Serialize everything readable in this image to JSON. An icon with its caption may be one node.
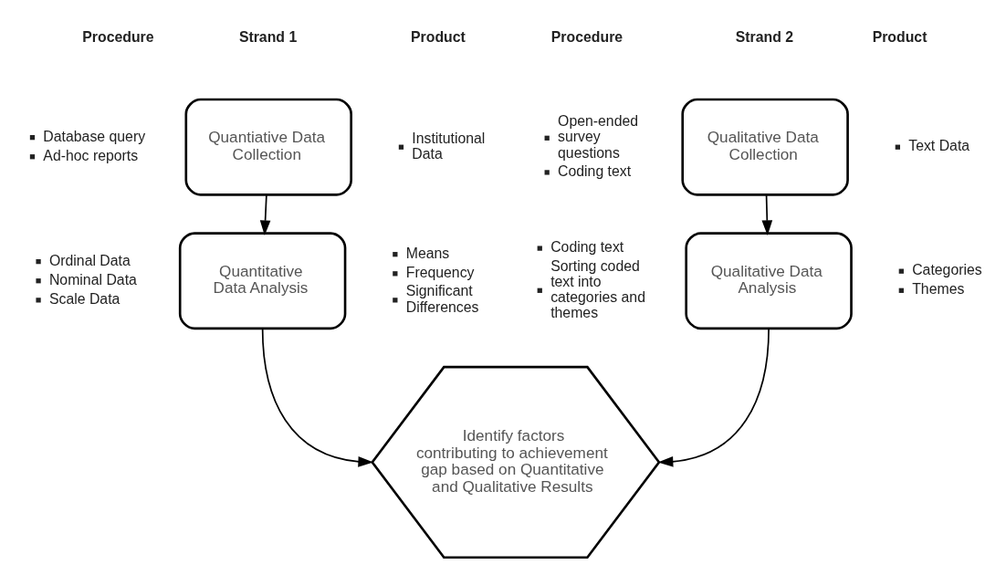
{
  "diagram": {
    "nodes": [
      {
        "text": [
          "Quantiative Data Collection"
        ]
      },
      {
        "text": [
          "Quantitative Data Analysis"
        ]
      },
      {
        "text": [
          "Qualitative Data Collection"
        ]
      },
      {
        "text": [
          "Qualitative Data Analysis"
        ]
      },
      {
        "text": [
          "Identify factors contributing to achievement gap based on Quantitative and Qualitative Results"
        ]
      }
    ],
    "edges": [
      {
        "from": 0,
        "to": 1,
        "arrow": "to"
      },
      {
        "from": 2,
        "to": 3,
        "arrow": "to"
      },
      {
        "from": 1,
        "to": 4,
        "arrow": "to"
      },
      {
        "from": 3,
        "to": 4,
        "arrow": "to"
      }
    ],
    "labels": [
      "Procedure",
      "Strand 1",
      "Product",
      "Procedure",
      "Strand 2",
      "Product",
      "Database query",
      "Ad-hoc reports",
      "Institutional Data",
      "Open-ended survey questions",
      "Coding text",
      "Text Data",
      "Ordinal Data",
      "Nominal Data",
      "Scale Data",
      "Means",
      "Frequency",
      "Significant Differences",
      "Coding text",
      "Sorting coded text into categories and themes",
      "Categories",
      "Themes"
    ]
  }
}
